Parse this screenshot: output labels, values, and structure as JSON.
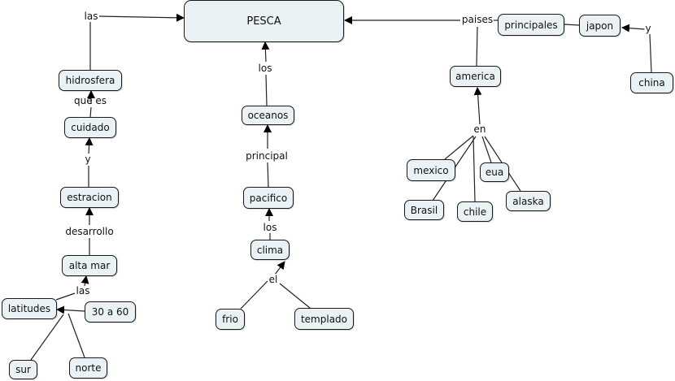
{
  "title": "PESCA",
  "concepts": {
    "pesca": "PESCA",
    "hidrosfera": "hidrosfera",
    "cuidado": "cuidado",
    "estracion": "estracion",
    "alta_mar": "alta mar",
    "latitudes": "latitudes",
    "rango": "30 a 60",
    "sur": "sur",
    "norte": "norte",
    "oceanos": "oceanos",
    "pacifico": "pacifico",
    "clima": "clima",
    "frio": "frio",
    "templado": "templado",
    "principales": "principales",
    "japon": "japon",
    "china": "china",
    "america": "america",
    "mexico": "mexico",
    "eua": "eua",
    "brasil": "Brasil",
    "chile": "chile",
    "alaska": "alaska"
  },
  "links": {
    "las_top": "las",
    "que_es": "que es",
    "y_left": "y",
    "desarrollo": "desarrollo",
    "las_bottom": "las",
    "los_top": "los",
    "principal": "principal",
    "los_bottom": "los",
    "el": "el",
    "paises": "paises",
    "y_right": "y",
    "en": "en"
  }
}
